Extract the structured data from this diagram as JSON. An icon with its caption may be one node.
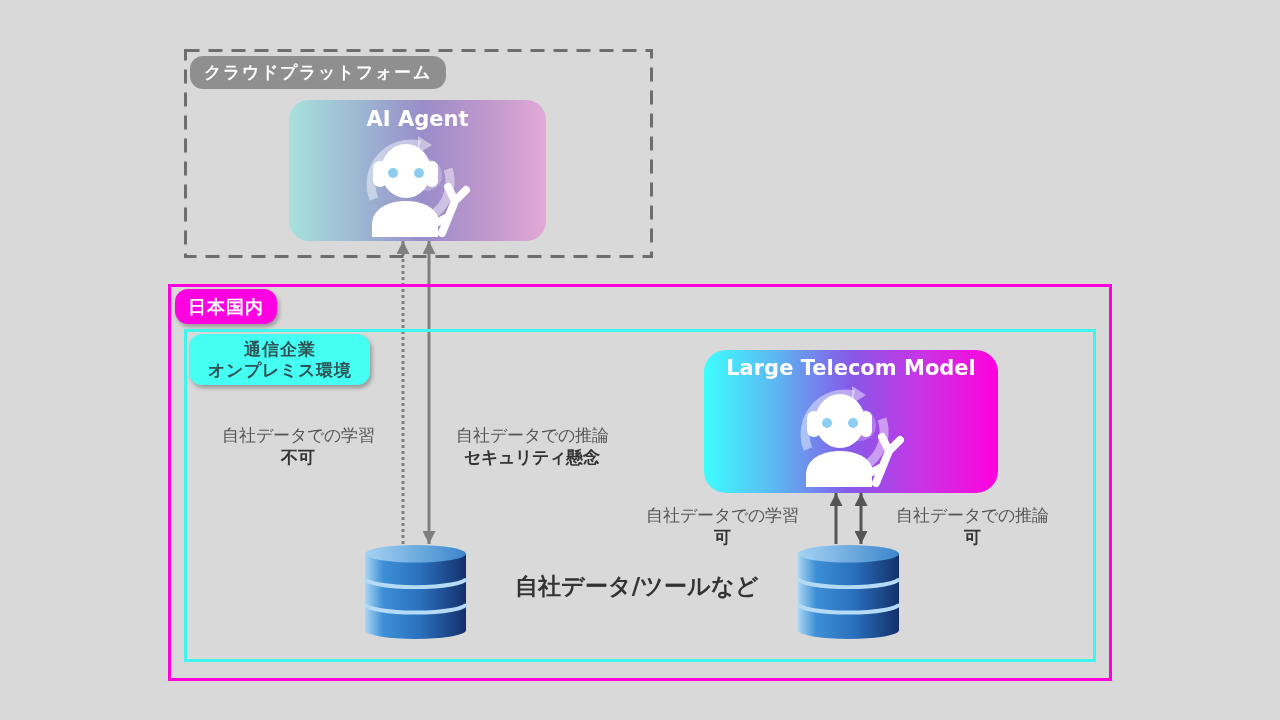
{
  "diagram": {
    "nodes": [
      {
        "text": [
          "クラウドプラットフォーム"
        ]
      },
      {
        "text": [
          "AI Agent"
        ],
        "in": 0
      },
      {
        "text": [
          "日本国内"
        ]
      },
      {
        "text": [
          "通信企業オンプレミス環境"
        ],
        "in": 2
      },
      {
        "text": [
          "Large Telecom Model"
        ],
        "in": 3
      },
      {
        "text": [],
        "shape": "cylinder",
        "in": 3
      },
      {
        "text": [],
        "shape": "cylinder",
        "in": 3
      }
    ],
    "edges": [
      {
        "from": 5,
        "to": 1,
        "arrow": "to",
        "style": "dashed"
      },
      {
        "from": 1,
        "to": 5,
        "arrow": "both"
      },
      {
        "from": 6,
        "to": 4,
        "arrow": "to",
        "color": "#555555"
      },
      {
        "from": 4,
        "to": 6,
        "arrow": "both",
        "color": "#555555"
      }
    ],
    "labels": [
      "自社データでの学習",
      "不可",
      "自社データでの推論",
      "セキュリティ懸念",
      "自社データでの学習",
      "可",
      "自社データでの推論",
      "可",
      "自社データ/ツールなど"
    ]
  }
}
